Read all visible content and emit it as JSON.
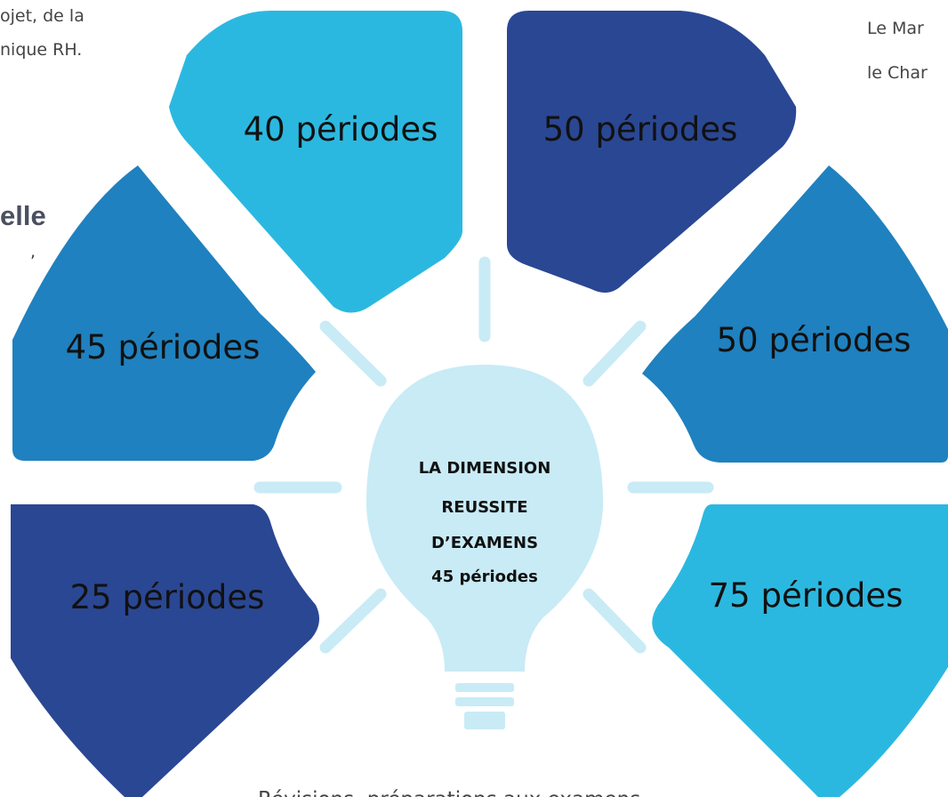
{
  "fragments": {
    "top_left_line1": "ojet, de la",
    "top_left_line2": "nique RH.",
    "top_right_line1": "Le Mar",
    "top_right_line2": "le Char",
    "left_heading": "elle",
    "left_punct": [
      ",",
      ",",
      ",",
      "."
    ],
    "bottom_caption": "Révisions, préparations aux examens"
  },
  "segments": [
    {
      "id": "top-left",
      "label": "40 périodes",
      "color": "#2bb8e0"
    },
    {
      "id": "top-right",
      "label": "50 périodes",
      "color": "#2a4793"
    },
    {
      "id": "mid-right",
      "label": "50 périodes",
      "color": "#1f81bf"
    },
    {
      "id": "bottom-right",
      "label": "75 périodes",
      "color": "#2bb8e0"
    },
    {
      "id": "mid-left",
      "label": "45 périodes",
      "color": "#1f81bf"
    },
    {
      "id": "bottom-left",
      "label": "25 périodes",
      "color": "#2a4793"
    }
  ],
  "center": {
    "lines": [
      "LA DIMENSION",
      "REUSSITE",
      "D’EXAMENS",
      "45 périodes"
    ],
    "bulb_color": "#c8ebf6"
  }
}
